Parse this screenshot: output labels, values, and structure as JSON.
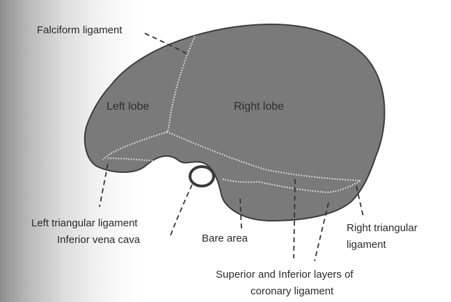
{
  "diagram": {
    "colors": {
      "organ_fill": "#7a7a7a",
      "organ_stroke": "#3c3c3c",
      "ligament_line": "#e8e8e8",
      "leader_line": "#333333",
      "text": "#2a2a2a"
    },
    "regions": {
      "left_lobe": "Left lobe",
      "right_lobe": "Right lobe"
    },
    "labels": {
      "falciform": "Falciform ligament",
      "left_triangular": "Left triangular ligament",
      "inferior_vena_cava": "Inferior vena cava",
      "bare_area": "Bare area",
      "right_triangular_line1": "Right triangular",
      "right_triangular_line2": "ligament",
      "coronary_line1": "Superior and Inferior layers of",
      "coronary_line2": "coronary ligament"
    }
  }
}
